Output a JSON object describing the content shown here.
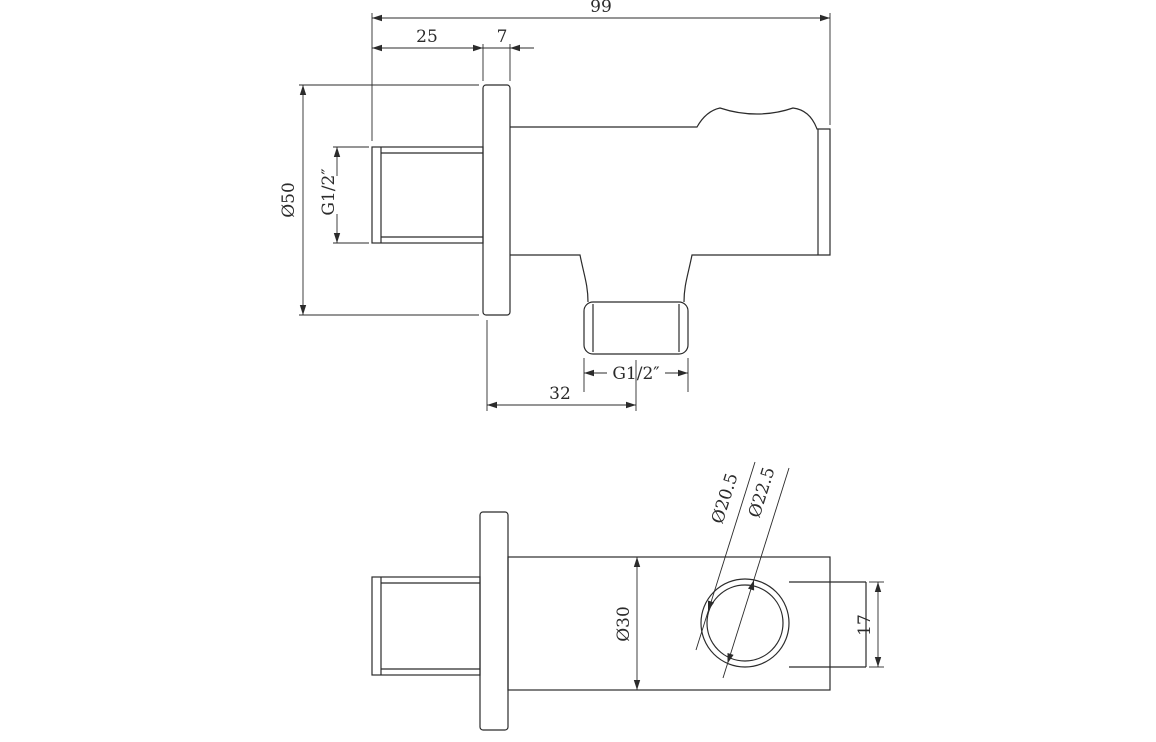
{
  "drawing": {
    "background": "#ffffff",
    "line_color": "#2b2b2b",
    "views": {
      "side": {
        "dims": {
          "overall_length": "99",
          "inlet_length": "25",
          "flange_thickness": "7",
          "flange_diameter": "Ø50",
          "inlet_thread": "G1/2″",
          "outlet_thread": "G1/2″",
          "outlet_offset": "32"
        }
      },
      "bottom": {
        "dims": {
          "body_diameter": "Ø30",
          "holder_outer_diameter": "Ø22.5",
          "holder_inner_diameter": "Ø20.5",
          "holder_slot_width": "17"
        }
      }
    }
  }
}
